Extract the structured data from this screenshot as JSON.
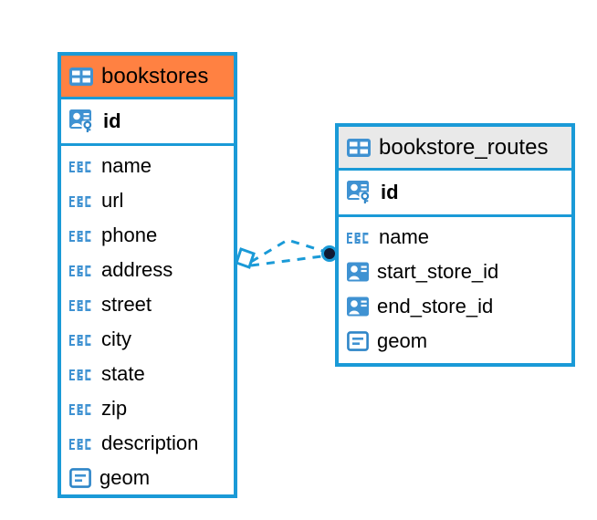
{
  "diagram": {
    "type": "entity-relationship-diagram",
    "background_color": "#ffffff",
    "accent_color": "#1a9ad7",
    "entities": [
      {
        "name": "bookstores",
        "header_color": "#ff8142",
        "table_icon": "table-icon",
        "primary_key": {
          "label": "id",
          "icon": "primary-key-icon"
        },
        "fields": [
          {
            "label": "name",
            "icon": "text-type-icon"
          },
          {
            "label": "url",
            "icon": "text-type-icon"
          },
          {
            "label": "phone",
            "icon": "text-type-icon"
          },
          {
            "label": "address",
            "icon": "text-type-icon"
          },
          {
            "label": "street",
            "icon": "text-type-icon"
          },
          {
            "label": "city",
            "icon": "text-type-icon"
          },
          {
            "label": "state",
            "icon": "text-type-icon"
          },
          {
            "label": "zip",
            "icon": "text-type-icon"
          },
          {
            "label": "description",
            "icon": "text-type-icon"
          },
          {
            "label": "geom",
            "icon": "geometry-type-icon"
          }
        ]
      },
      {
        "name": "bookstore_routes",
        "header_color": "#e9e9e9",
        "table_icon": "table-icon",
        "primary_key": {
          "label": "id",
          "icon": "primary-key-icon"
        },
        "fields": [
          {
            "label": "name",
            "icon": "text-type-icon"
          },
          {
            "label": "start_store_id",
            "icon": "foreign-key-icon"
          },
          {
            "label": "end_store_id",
            "icon": "foreign-key-icon"
          },
          {
            "label": "geom",
            "icon": "geometry-type-icon"
          }
        ]
      }
    ],
    "relationship": {
      "style": "dashed",
      "color": "#1a9ad7",
      "source_marker": "diamond-marker",
      "target_marker": "filled-circle-marker",
      "target_marker_color": "#0d1a3a"
    }
  }
}
